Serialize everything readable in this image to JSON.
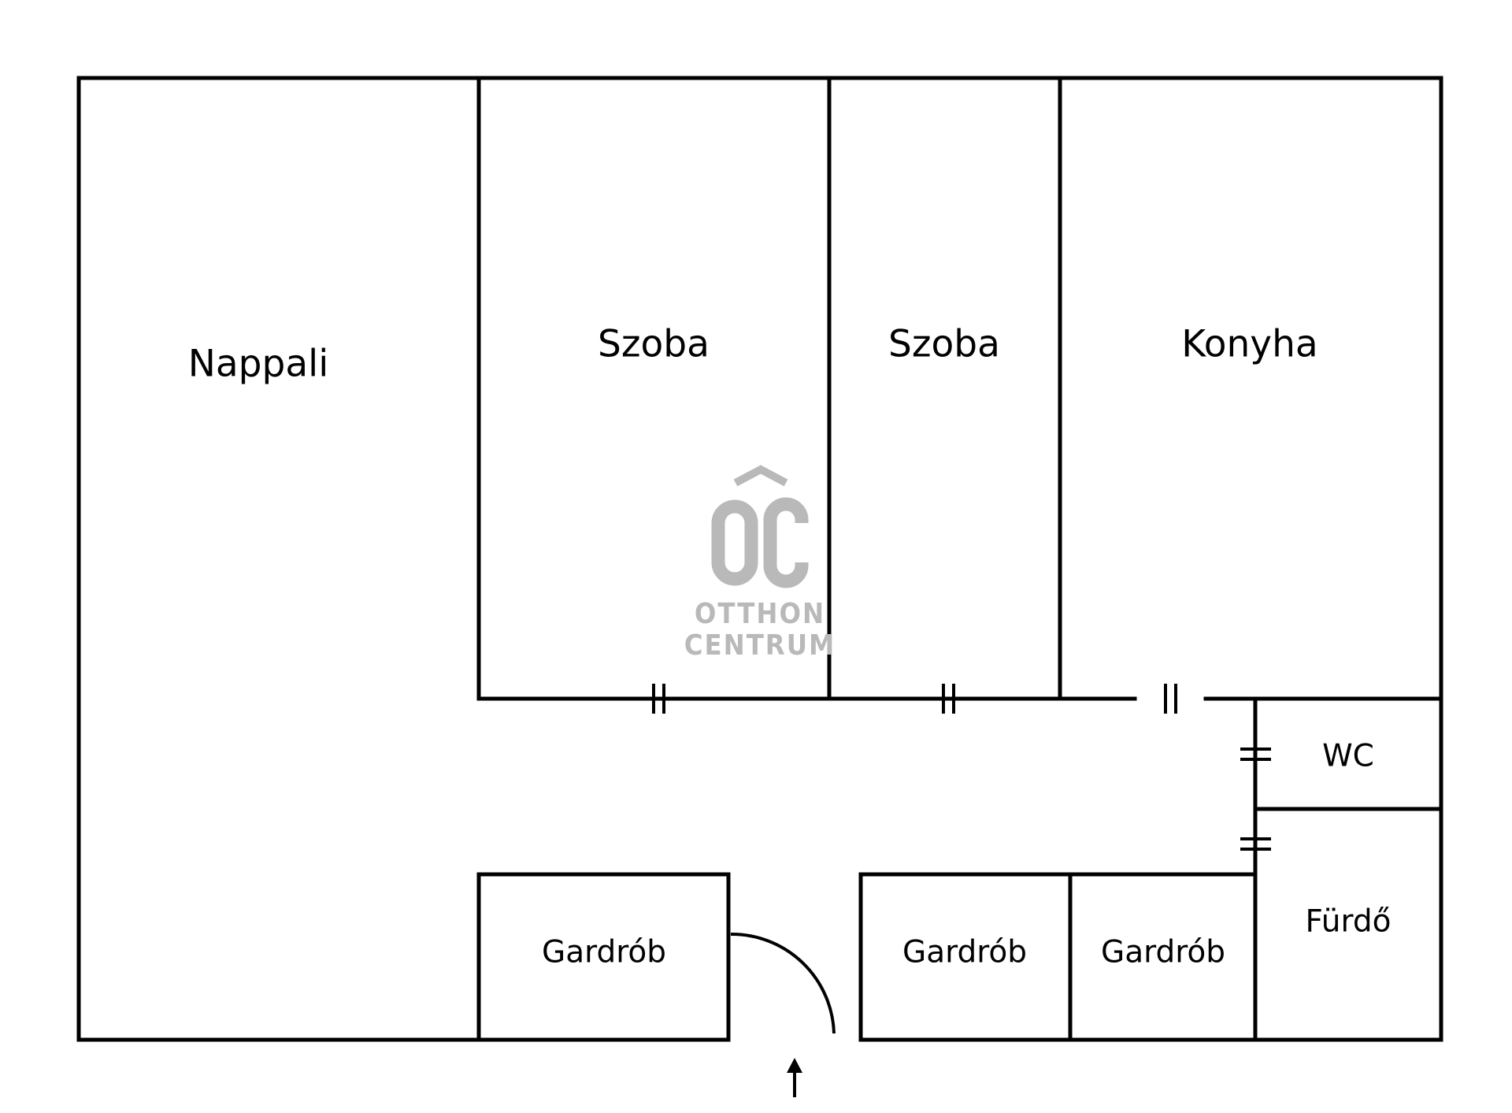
{
  "rooms": {
    "nappali": "Nappali",
    "szoba_1": "Szoba",
    "szoba_2": "Szoba",
    "konyha": "Konyha",
    "wc": "WC",
    "furdo": "Fürdő",
    "gardrob_1": "Gardrób",
    "gardrob_2": "Gardrób",
    "gardrob_3": "Gardrób"
  },
  "logo": {
    "line1": "OTTHON",
    "line2": "CENTRUM"
  },
  "colors": {
    "walls": "#000000",
    "logo": "#b9b9b9"
  },
  "icons": {
    "entrance": "up-arrow-icon",
    "door": "door-swing-icon"
  }
}
